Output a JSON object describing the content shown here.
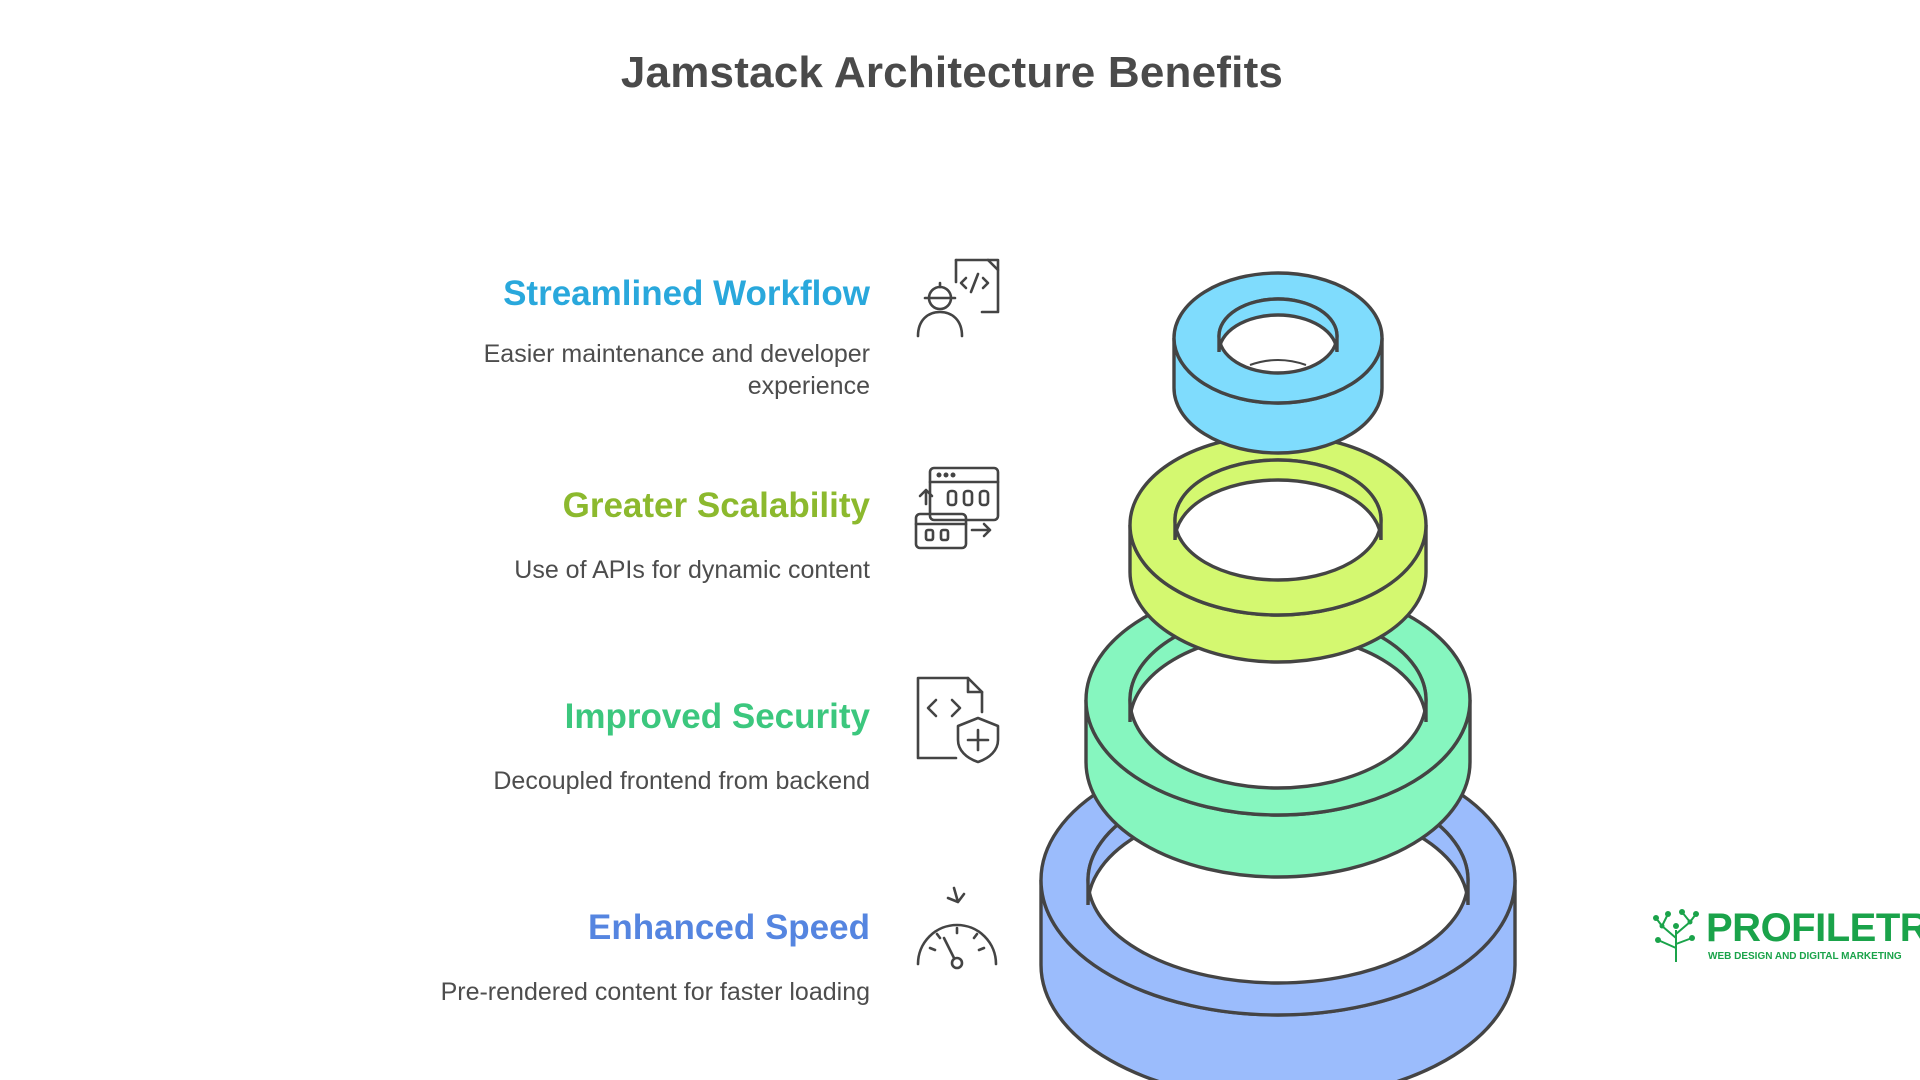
{
  "title": "Jamstack Architecture Benefits",
  "benefits": [
    {
      "title": "Streamlined Workflow",
      "description": "Easier maintenance and developer experience",
      "color": "#29a8dc",
      "icon": "developer-code-icon"
    },
    {
      "title": "Greater Scalability",
      "description": "Use of APIs for dynamic content",
      "color": "#8cb92e",
      "icon": "api-data-flow-icon"
    },
    {
      "title": "Improved Security",
      "description": "Decoupled frontend from backend",
      "color": "#3cc77e",
      "icon": "code-file-shield-icon"
    },
    {
      "title": "Enhanced Speed",
      "description": "Pre-rendered content for faster loading",
      "color": "#5585e0",
      "icon": "speedometer-icon"
    }
  ],
  "rings": {
    "colors": [
      "#7fdcfd",
      "#d4f870",
      "#86f6bf",
      "#9bbcfc"
    ]
  },
  "logo": {
    "name": "PROFILETREE",
    "tagline": "WEB DESIGN AND DIGITAL MARKETING",
    "color": "#1aa34a"
  }
}
